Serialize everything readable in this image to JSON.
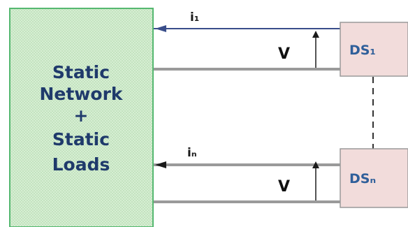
{
  "network_block": {
    "lines": [
      "Static",
      "Network",
      "+",
      "Static",
      "Loads"
    ]
  },
  "sources": [
    {
      "name": "DS₁",
      "current": "i₁",
      "voltage": "V"
    },
    {
      "name": "DSₙ",
      "current": "iₙ",
      "voltage": "V"
    }
  ],
  "colors": {
    "network_fill": "#d4ecd2",
    "network_border": "#55b870",
    "source_fill": "#f2dcdb",
    "source_border": "#9a9a9a",
    "wire": "#9a9a9a",
    "current_wire": "#3a4e8a"
  }
}
